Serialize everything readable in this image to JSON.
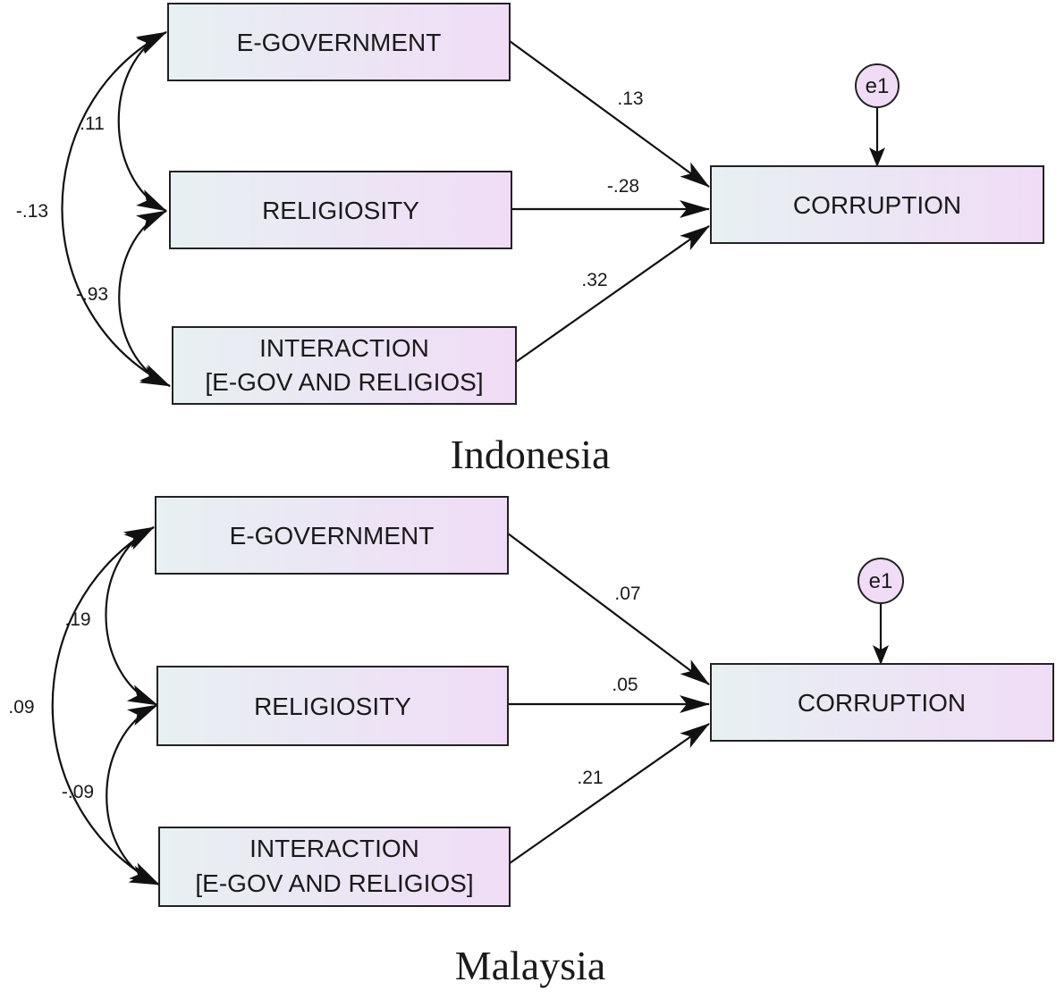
{
  "diagrams": [
    {
      "caption": "Indonesia",
      "nodes": {
        "egov": "E-GOVERNMENT",
        "relig": "RELIGIOSITY",
        "inter_line1": "INTERACTION",
        "inter_line2": "[E-GOV AND RELIGIOS]",
        "corruption": "CORRUPTION",
        "error": "e1"
      },
      "paths": {
        "egov_to_corruption": ".13",
        "relig_to_corruption": "-.28",
        "inter_to_corruption": ".32"
      },
      "correlations": {
        "egov_relig": ".11",
        "relig_inter": "-.93",
        "egov_inter": "-.13"
      }
    },
    {
      "caption": "Malaysia",
      "nodes": {
        "egov": "E-GOVERNMENT",
        "relig": "RELIGIOSITY",
        "inter_line1": "INTERACTION",
        "inter_line2": "[E-GOV AND RELIGIOS]",
        "corruption": "CORRUPTION",
        "error": "e1"
      },
      "paths": {
        "egov_to_corruption": ".07",
        "relig_to_corruption": ".05",
        "inter_to_corruption": ".21"
      },
      "correlations": {
        "egov_relig": ".19",
        "relig_inter": "-.09",
        "egov_inter": ".09"
      }
    }
  ],
  "colors": {
    "box_fill_left": "#e7f0f2",
    "box_fill_right": "#f0dcf6",
    "error_fill": "#f0dcf6",
    "line": "#111111"
  }
}
